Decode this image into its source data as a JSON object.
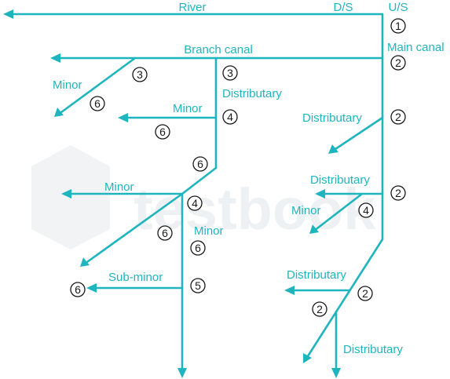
{
  "colors": {
    "canal": "#1fb5bf",
    "text": "#1a1a1a",
    "watermark": "#eef1f3"
  },
  "labels": {
    "river": "River",
    "ds": "D/S",
    "us": "U/S",
    "main_canal": "Main canal",
    "branch_canal": "Branch canal",
    "distributary": "Distributary",
    "minor": "Minor",
    "sub_minor": "Sub-minor"
  },
  "order_numbers": {
    "one": "1",
    "two": "2",
    "three": "3",
    "four": "4",
    "five": "5",
    "six": "6"
  },
  "watermark": "testbook"
}
